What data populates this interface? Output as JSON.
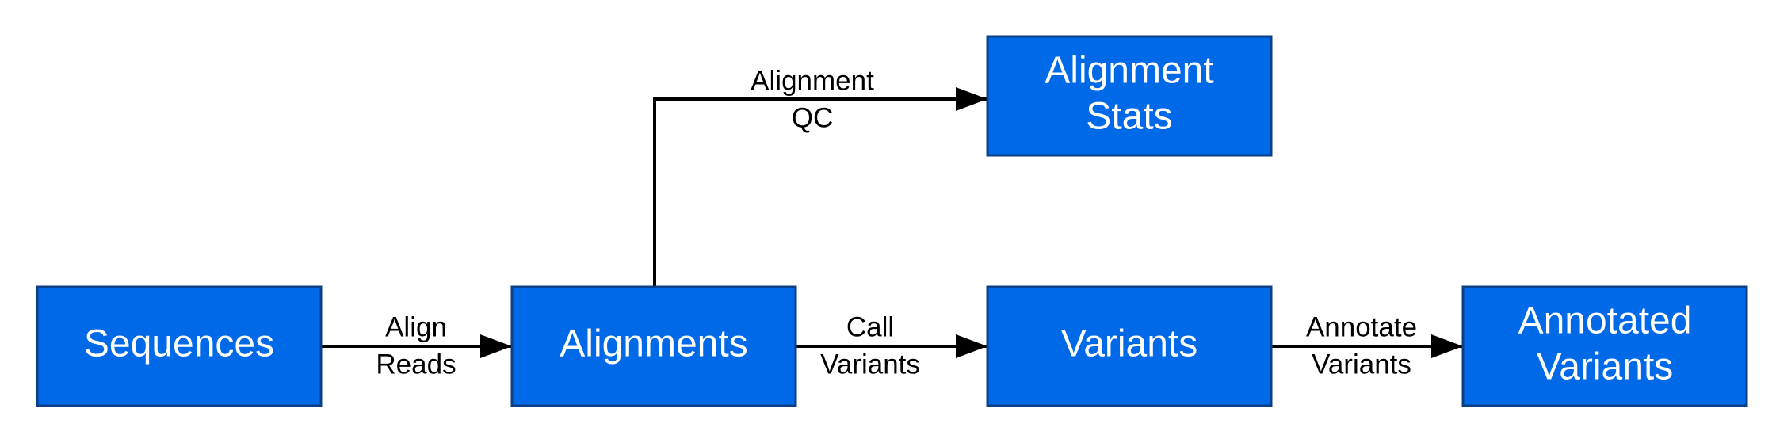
{
  "colors": {
    "node_fill": "#0069e8",
    "node_border": "#0b3f86",
    "node_text": "#ffffff",
    "edge": "#000000",
    "edge_label_text": "#000000"
  },
  "nodes": [
    {
      "id": "sequences",
      "lines": [
        "Sequences"
      ]
    },
    {
      "id": "alignments",
      "lines": [
        "Alignments"
      ]
    },
    {
      "id": "alignment-stats",
      "lines": [
        "Alignment",
        "Stats"
      ]
    },
    {
      "id": "variants",
      "lines": [
        "Variants"
      ]
    },
    {
      "id": "annotated-variants",
      "lines": [
        "Annotated",
        "Variants"
      ]
    }
  ],
  "edges": [
    {
      "id": "align-reads",
      "from": "sequences",
      "to": "alignments",
      "label": [
        "Align",
        "Reads"
      ]
    },
    {
      "id": "alignment-qc",
      "from": "alignments",
      "to": "alignment-stats",
      "label": [
        "Alignment",
        "QC"
      ]
    },
    {
      "id": "call-variants",
      "from": "alignments",
      "to": "variants",
      "label": [
        "Call",
        "Variants"
      ]
    },
    {
      "id": "annotate-variants",
      "from": "variants",
      "to": "annotated-variants",
      "label": [
        "Annotate",
        "Variants"
      ]
    }
  ]
}
